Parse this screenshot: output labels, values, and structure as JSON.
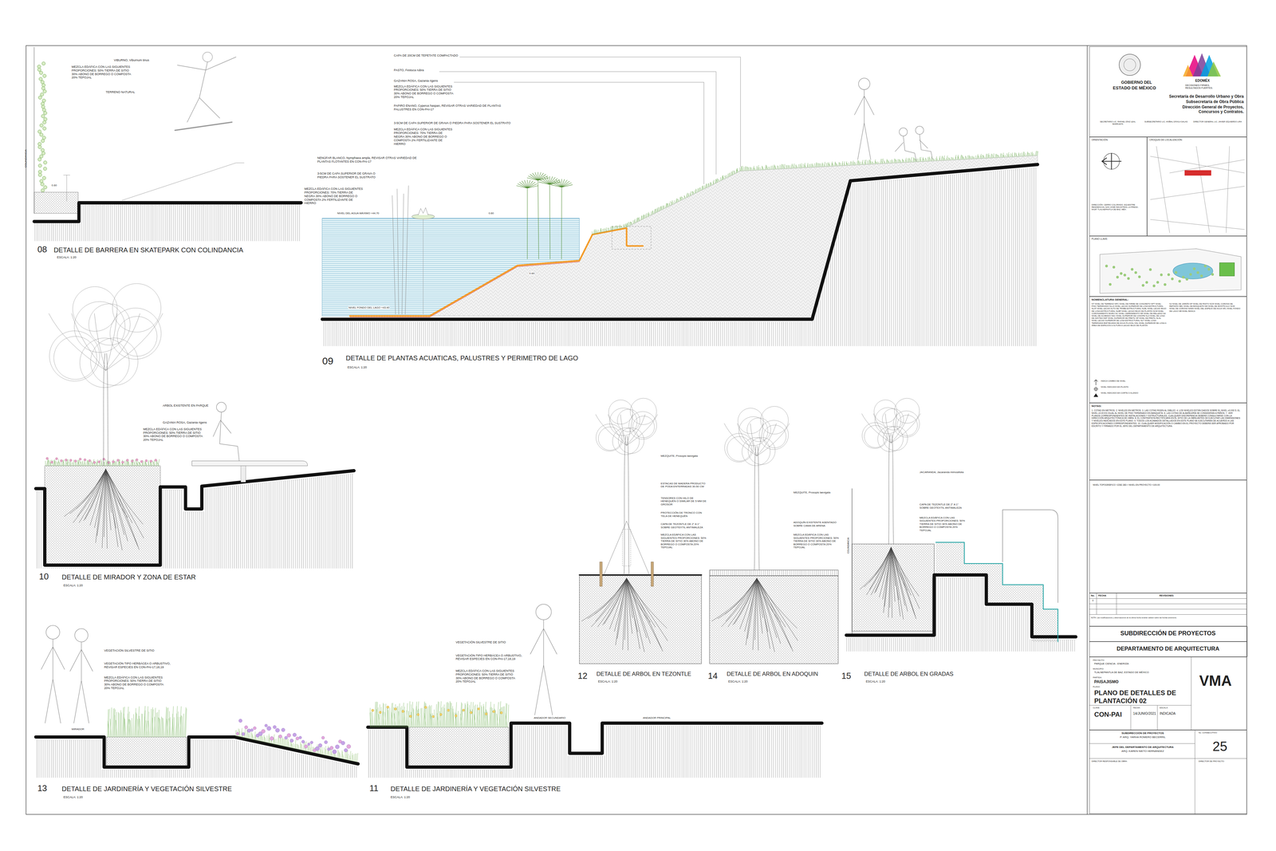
{
  "diagram": {
    "nodes": [
      {
        "text": [
          "GOBIERNO DEL",
          "ESTADO DE MÉXICO",
          "EDOMÉX",
          "DECISIONES FIRMES, RESULTADOS FUERTES.",
          "Secretaría de Desarrollo Urbano y Obra",
          "Subsecretaría de Obra Pública",
          "Dirección General de Proyectos, Concursos y Contratos.",
          "SECRETARIO LIC. RAFAEL DÍAZ LEAL BARRUETA",
          "SUBSECRETARIO LIC. ANÍBAL DÁVILA SALAS",
          "DIRECTOR GENERAL LIC. JAVIER IZQUIERDO LIRA"
        ]
      },
      {
        "text": [
          "ORIENTACIÓN:",
          "DIRECCIÓN: CERRO COLORADO, EQUESTRE RESIDENCIAL SAN JOSÉ INDUSTRIAL LA PRESA, 54187 TLALNEPANTLA DE BAZ, MÉX."
        ]
      },
      {
        "text": [
          "CROQUIS DE LOCALIZACIÓN:"
        ]
      },
      {
        "text": [
          "PLANO LLAVE:"
        ]
      },
      {
        "text": [
          "NOMENCLATURA GENERAL:",
          "NT NIVEL DE TERRENO NPC NIVEL DE FIRME DE CONCRETO NPT NIVEL PISO TERMINADO NLLS NIVEL LECHO SUPERIOR DE LOSA ESTRUCTURAL NLAT NIVEL LECHO ALTO DE TRABE ESTRUCTURAL NLBL NIVEL LECHO BAJO DE LOSA ESTRUCTURAL NLBP NIVEL LECHO BAJO DE PLAFÓN NCM NIVEL CORONAMIENTO MURO NC NIVEL CERRAMIENTO NR NIVEL DE RELLENO NA NIVEL DE ACABADO NSC NIVEL SUPERIOR DE CANOPE NLA NIVEL DE LOSA DE AZOTEA NSP NIVEL SUPERIOR DE PRETIL NP NIVEL DE PRETIL NLSL NIVEL LECHO SUPERIOR DE LOSA ESTRUCTURAL NLT NIVEL LOSA TERMINADA BAP BAJADA DE AGUA PLUVIAL NSL NIVEL SUPERIOR DE LOSA A ÁREA DE ESPACIOS H ALTURA A LECHO BAJO DE PLAFÓN",
          "NJ NIVEL DE JARDÍN NP NIVEL DE PASTO NCR NIVEL CORONA DE REPISÓN NBC NIVEL DE BANQUETA NM NIVEL DE MONTÍCULO NCM NIVEL DE CORONA NAMA NIVEL DEL ESPEJO DE AGUA NFL NIVEL FONDO DE LAGO NB NIVEL BANCA",
          "INDICA CAMBIO DE NIVEL",
          "NIVEL INDICADO EN PLANTA",
          "NIVEL INDICADO EN CORTE O ALZADO"
        ]
      },
      {
        "text": [
          "NOTAS:",
          "1. COTAS EN METROS. 2. NIVELES EN METROS. 3. LAS COTAS RIGEN AL DIBUJO. 4. LOS NIVELES ESTÁN DADOS SOBRE EL NIVEL ±0.000 5. EL NIVEL ±0.00 ES IGUAL AL NIVEL DE PISO TERMINADO EN BANQUETA. 6. LAS COTAS DE ALBAÑILERÍA SE CONSIDERAN A PAÑOS. 7. VER PLANOS CORRESPONDIENTES DE INSTALACIONES Y ESTRUCTURALES, CUALQUIER DISCREPANCIA DEBERÁ CONSULTARSE CON LA DIRECCIÓN ARQUITECTÓNICA DE OBRA. 8. EL CONTRATISTA RECTIFICARÁ EN EL SITIO DE LA OBRA ANTES DE EJECUTAR LAS DIMENSIONES Y NIVELES INDICADOS EN ESTE PLANO. 9. TODOS LOS ACABADOS DETALLADOS EN ESTE PLANO SE EJECUTARÁN DE ACUERDO A LAS ESPECIFICACIONES CORRESPONDIENTES. 10. CUALQUIER MODIFICACIÓN O CAMBIO EN EL PROYECTO DEBERÁ SER APROBADO POR ESCRITO Y FIRMADO POR EL JEFE DEL DEPARTAMENTO DE ARQUITECTURA."
        ]
      },
      {
        "text": [
          "NIVEL TOPOGRÁFICO +2282.383 = NIVEL EN PROYECTO +100.00"
        ]
      },
      {
        "text": [
          "No.",
          "FECHA",
          "REVISIONES",
          "0",
          "NOTA: Las modificaciones y observaciones de la última fecha tendrán validez sobre las fechas anteriores."
        ]
      },
      {
        "text": [
          "SUBDIRECCIÓN DE PROYECTOS"
        ]
      },
      {
        "text": [
          "DEPARTAMENTO DE ARQUITECTURA"
        ]
      },
      {
        "text": [
          "PROYECTO:",
          "PARQUE CIENCIA - ENERGÍA",
          "MUNICIPIO:",
          "TLALNEPANTLA DE BAZ, ESTADO DE MÉXICO",
          "PARTIDA:",
          "PAISAJISMO",
          "PLANO:",
          "PLANO DE DETALLES DE PLANTACIÓN 02",
          "CLAVE:",
          "CON-PAI",
          "FECHA:",
          "14/JUNIO/2021",
          "ESCALA:",
          "INDICADA",
          "VMA"
        ]
      },
      {
        "text": [
          "SUBDIRECCIÓN DE PROYECTOS",
          "P. ARQ. YARHA ROMERO BECERRIL",
          "JEFE DEL DEPARTAMENTO DE ARQUITECTURA",
          "ARQ. KAREN NIETO HERNÁNDEZ",
          "No. CONSECUTIVO:",
          "25",
          "DIRECTOR RESPONSABLE DE OBRA:",
          "DIRECTOR DE PROYECTO:"
        ]
      }
    ],
    "labels": [
      "VIBURNO, Viburnum tinus",
      "MEZCLA EDÁFICA CON LAS SIGUIENTES PROPORCIONES: 50% TIERRA DE SITIO 30% ABONO DE BORREGO O COMPOSTA 20% TEPOJAL",
      "TERRENO NATURAL",
      "COLINDANCIA",
      "0.60",
      "08",
      "DETALLE DE BARRERA EN SKATEPARK CON COLINDANCIA",
      "ESCALA: 1:20",
      "CAPA DE 20CM DE TEPETATE COMPACTADO",
      "PASTO, Festuca rubra",
      "GAZANIA ROSA, Gazania rigens",
      "MEZCLA EDÁFICA CON LAS SIGUIENTES PROPORCIONES: 50% TIERRA DE SITIO 30% ABONO DE BORREGO O COMPOSTA 20% TEPOJAL",
      "PAPIRO ENANO, Cyperus haspan, REVISAR OTRAS VARIEDAD DE PLANTAS PALUSTRES EN CON-PAI-17",
      "3-5CM DE CAPA SUPERIOR DE GRAVA O PIEDRA PARA SOSTENER EL SUSTRATO",
      "MEZCLA EDÁFICA CON LAS SIGUIENTES PROPORCIONES: 70% TIERRA DE NEGRA 30% ABONO DE BORREGO O COMPOSTA 2% FERTILIZANTE DE HIERRO",
      "NENÚFAR BLANCO, Nymphaea ampla, REVISAR OTRAS VARIEDAD DE PLANTAS FLOTANTES EN CON-PAI-17",
      "3-5CM DE CAPA SUPERIOR DE GRAVA O PIEDRA PARA SOSTENER EL SUSTRATO",
      "MEZCLA EDÁFICA CON LAS SIGUIENTES PROPORCIONES: 70% TIERRA DE NEGRA 30% ABONO DE BORREGO O COMPOSTA 2% FERTILIZANTE DE HIERRO",
      "NIVEL DEL AGUA MÁXIMO +44.70",
      "NIVEL FONDO DEL LAGO +43.40",
      "0.60",
      "0.60",
      "09",
      "DETALLE DE PLANTAS ACUATICAS, PALUSTRES Y PERIMETRO DE LAGO",
      "ESCALA: 1:20",
      "ARBOL EXISTENTE EN PARQUE",
      "GAZANIA ROSA, Gazania rigens",
      "MEZCLA EDÁFICA CON LAS SIGUIENTES PROPORCIONES: 50% TIERRA DE SITIO 30% ABONO DE BORREGO O COMPOSTA 20% TEPOJAL",
      "10",
      "DETALLE DE MIRADOR Y ZONA DE ESTAR",
      "ESCALA: 1:20",
      "VEGETACIÓN SILVESTRE DE SITIO",
      "VEGETACIÓN TIPO HERBÁCEA O ARBUSTIVO, REVISAR ESPECIES EN CON-PAI-17,18,19",
      "MEZCLA EDÁFICA CON LAS SIGUIENTES PROPORCIONES: 50% TIERRA DE SITIO 30% ABONO DE BORREGO O COMPOSTA 20% TEPOJAL",
      "MIRADOR",
      "13",
      "DETALLE DE JARDINERÍA Y VEGETACIÓN SILVESTRE",
      "ESCALA: 1:20",
      "VEGETACIÓN SILVESTRE DE SITIO",
      "VEGETACIÓN TIPO HERBÁCEA O ARBUSTIVO, REVISAR ESPECIES EN CON-PAI-17,18,19",
      "MEZCLA EDÁFICA CON LAS SIGUIENTES PROPORCIONES: 50% TIERRA DE SITIO 30% ABONO DE BORREGO O COMPOSTA 20% TEPOJAL",
      "ANDADOR SECUNDARIO",
      "ANDADOR PRINCIPAL",
      "11",
      "DETALLE DE JARDINERÍA Y VEGETACIÓN SILVESTRE",
      "ESCALA: 1:20",
      "MEZQUITE, Prosopis laevigata",
      "ESTACAS DE MADERA PRODUCTO DE PODA ENTERRADAS 30-50 CM",
      "TENSORES CON HILO DE HENEQUÉN O SIMILAR DE 5 MM DE GROSOR",
      "PROTECCIÓN DE TRONCO CON TELA DE HENEQUÉN",
      "CAPA DE TEZONTLE DE 2\" A 1\" SOBRE GEOTEXTIL ANTIMALEZA",
      "MEZCLA EDÁFICA CON LAS SIGUIENTES PROPORCIONES: 50% TIERRA DE SITIO 30% ABONO DE BORREGO O COMPOSTA 20% TEPOJAL",
      "12",
      "DETALLE DE ARBOL EN TEZONTLE",
      "ESCALA: 1:20",
      "MEZQUITE, Prosopis laevigata",
      "ADOQUÍN EXISTENTE ASENTADO SOBRE CAMA DE ARENA",
      "MEZCLA EDÁFICA CON LAS SIGUIENTES PROPORCIONES: 50% TIERRA DE SITIO 30% ABONO DE BORREGO O COMPOSTA 20% TEPOJAL",
      "14",
      "DETALLE DE ARBOL EN ADOQUIN",
      "ESCALA: 1:20",
      "JACARANDA, Jacaranda mimosifolia",
      "CAPA DE TEZONTLE DE 2\" A 1\" SOBRE GEOTEXTIL ANTIMALEZA",
      "MEZCLA EDÁFICA CON LAS SIGUIENTES PROPORCIONES: 50% TIERRA DE SITIO 30% ABONO DE BORREGO O COMPOSTA 20% TEPOJAL",
      "COLINDANCIA",
      "15",
      "DETALLE DE ARBOL EN GRADAS",
      "ESCALA: 1:20"
    ]
  }
}
